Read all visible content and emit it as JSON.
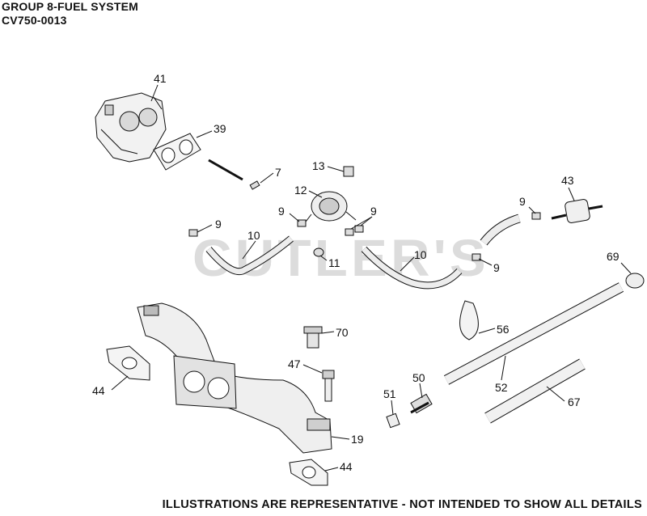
{
  "header": {
    "group_title": "GROUP 8-FUEL SYSTEM",
    "model_code": "CV750-0013"
  },
  "watermark": "CUTLER'S",
  "footer": "ILLUSTRATIONS ARE REPRESENTATIVE - NOT INTENDED TO SHOW ALL DETAILS",
  "callouts": {
    "c41": "41",
    "c39": "39",
    "c7": "7",
    "c13": "13",
    "c12": "12",
    "c43": "43",
    "c9a": "9",
    "c9b": "9",
    "c9c": "9",
    "c9d": "9",
    "c9e": "9",
    "c10a": "10",
    "c10b": "10",
    "c11": "11",
    "c69": "69",
    "c70": "70",
    "c56": "56",
    "c47": "47",
    "c44a": "44",
    "c44b": "44",
    "c50": "50",
    "c51": "51",
    "c52": "52",
    "c67": "67",
    "c19": "19"
  },
  "colors": {
    "line": "#111111",
    "part_fill": "#e6e6e6",
    "part_dark": "#8a8a8a",
    "watermark": "#dcdcdc"
  }
}
